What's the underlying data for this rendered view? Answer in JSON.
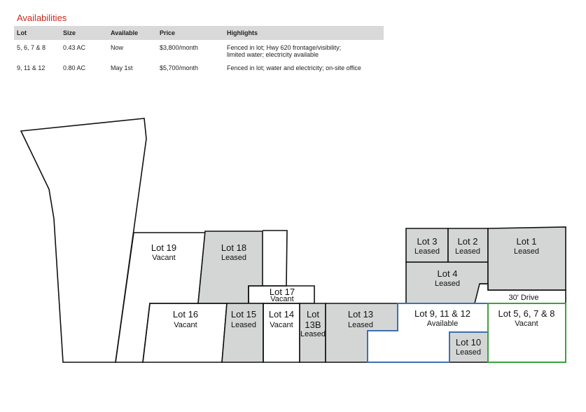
{
  "title": "Availabilities",
  "table": {
    "headers": [
      "Lot",
      "Size",
      "Available",
      "Price",
      "Highlights"
    ],
    "rows": [
      {
        "lot": "5, 6, 7 & 8",
        "size": "0.43 AC",
        "available": "Now",
        "price": "$3,800/month",
        "highlights": "Fenced in lot; Hwy 620 frontage/visibility;\nlimited water; electricity available"
      },
      {
        "lot": "9, 11 & 12",
        "size": "0.80 AC",
        "available": "May 1st",
        "price": "$5,700/month",
        "highlights": "Fenced in lot; water and electricity; on-site office"
      }
    ]
  },
  "map": {
    "colors": {
      "leased_fill": "#d4d6d6",
      "available_outline": "#3f6fb0",
      "vacant_outline": "#3aa33a",
      "line": "#111111"
    },
    "lots": [
      {
        "name": "Lot 19",
        "status": "Vacant"
      },
      {
        "name": "Lot 18",
        "status": "Leased"
      },
      {
        "name": "Lot 17",
        "status": "Vacant"
      },
      {
        "name": "Lot 16",
        "status": "Vacant"
      },
      {
        "name": "Lot 15",
        "status": "Leased"
      },
      {
        "name": "Lot 14",
        "status": "Vacant"
      },
      {
        "name": "Lot",
        "name2": "13B",
        "status": "Leased"
      },
      {
        "name": "Lot 13",
        "status": "Leased"
      },
      {
        "name": "Lot 9, 11 & 12",
        "status": "Available"
      },
      {
        "name": "Lot 10",
        "status": "Leased"
      },
      {
        "name": "Lot 5, 6, 7 & 8",
        "status": "Vacant"
      },
      {
        "name": "Lot 3",
        "status": "Leased"
      },
      {
        "name": "Lot 2",
        "status": "Leased"
      },
      {
        "name": "Lot 1",
        "status": "Leased"
      },
      {
        "name": "Lot 4",
        "status": "Leased"
      }
    ],
    "drive_label": "30' Drive"
  }
}
